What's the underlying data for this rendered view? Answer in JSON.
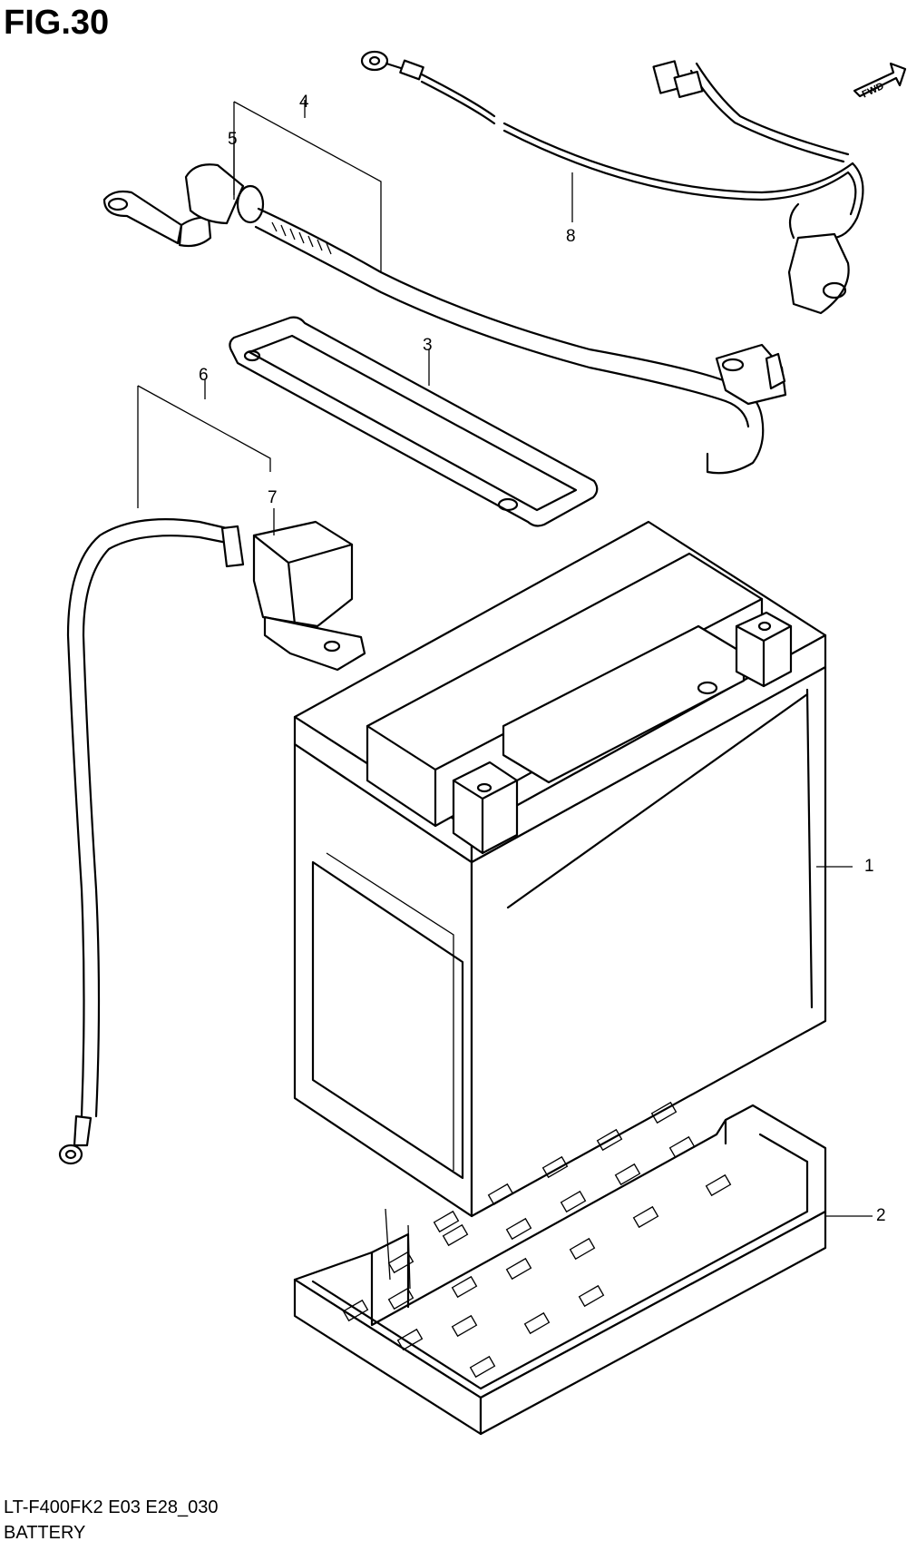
{
  "figure": {
    "title": "FIG.30",
    "code": "LT-F400FK2 E03 E28_030",
    "name": "BATTERY",
    "direction_badge": "FWD"
  },
  "callouts": [
    {
      "id": "1",
      "label": "1"
    },
    {
      "id": "2",
      "label": "2"
    },
    {
      "id": "3",
      "label": "3"
    },
    {
      "id": "4",
      "label": "4"
    },
    {
      "id": "5",
      "label": "5"
    },
    {
      "id": "6",
      "label": "6"
    },
    {
      "id": "7",
      "label": "7"
    },
    {
      "id": "8",
      "label": "8"
    }
  ]
}
